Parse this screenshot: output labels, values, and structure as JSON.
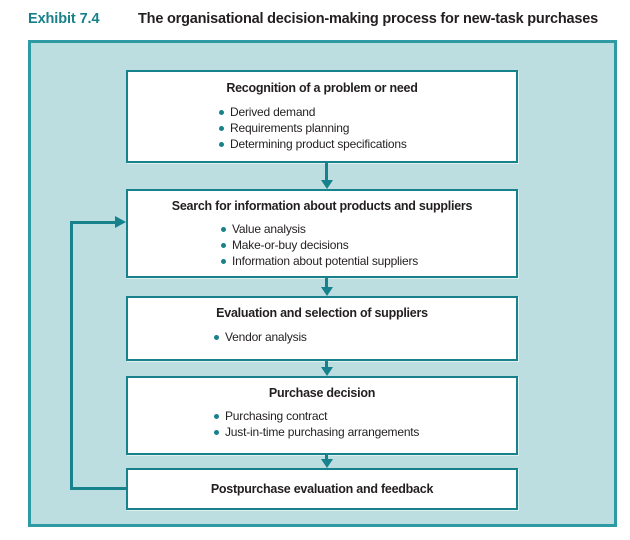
{
  "header": {
    "exhibit_label": "Exhibit 7.4",
    "title": "The organisational decision-making process for new-task purchases"
  },
  "colors": {
    "accent_teal": "#17818c",
    "panel_background": "#bcdee0",
    "panel_border": "#2d9aa4",
    "box_background": "#ffffff",
    "text": "#231f20",
    "label_teal": "#19808a"
  },
  "chart_data": {
    "type": "diagram",
    "title": "The organisational decision-making process for new-task purchases",
    "steps": [
      {
        "id": "recognition",
        "title": "Recognition of a problem or need",
        "bullets": [
          "Derived demand",
          "Requirements planning",
          "Determining product specifications"
        ]
      },
      {
        "id": "search",
        "title": "Search for information about products and suppliers",
        "bullets": [
          "Value analysis",
          "Make-or-buy decisions",
          "Information about potential suppliers"
        ]
      },
      {
        "id": "evaluation",
        "title": "Evaluation and selection of suppliers",
        "bullets": [
          "Vendor analysis"
        ]
      },
      {
        "id": "purchase",
        "title": "Purchase decision",
        "bullets": [
          "Purchasing contract",
          "Just-in-time purchasing arrangements"
        ]
      },
      {
        "id": "postpurchase",
        "title": "Postpurchase evaluation and feedback",
        "bullets": []
      }
    ],
    "connections": [
      {
        "from": "recognition",
        "to": "search",
        "style": "arrow-down"
      },
      {
        "from": "search",
        "to": "evaluation",
        "style": "arrow-down"
      },
      {
        "from": "evaluation",
        "to": "purchase",
        "style": "arrow-down"
      },
      {
        "from": "purchase",
        "to": "postpurchase",
        "style": "arrow-down"
      },
      {
        "from": "postpurchase",
        "to": "search",
        "style": "feedback-loop-left"
      }
    ]
  }
}
